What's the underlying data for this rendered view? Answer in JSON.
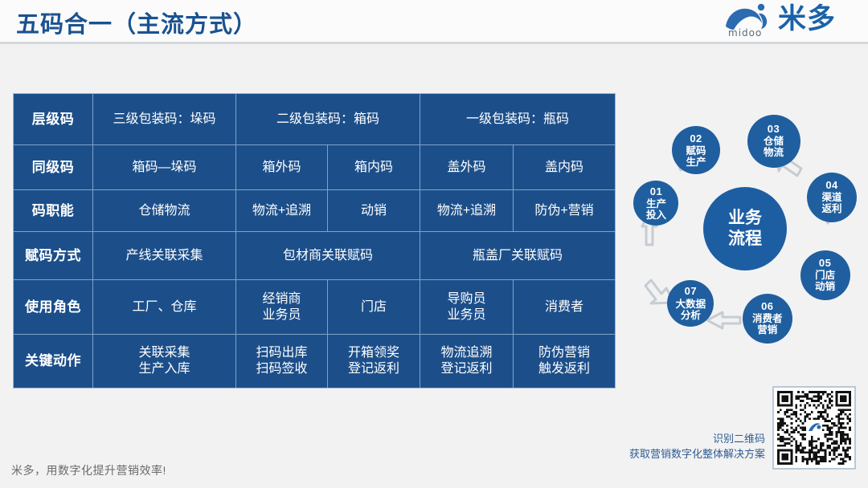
{
  "header": {
    "title": "五码合一（主流方式）",
    "logo_cn": "米多",
    "logo_sub": "midoo",
    "logo_mark_icon": "bird-swoosh-icon"
  },
  "table": {
    "rows": [
      {
        "label": "层级码",
        "cells": [
          {
            "text": "三级包装码：垛码",
            "span": 1
          },
          {
            "text": "二级包装码：箱码",
            "span": 2
          },
          {
            "text": "一级包装码：瓶码",
            "span": 2
          }
        ]
      },
      {
        "label": "同级码",
        "cells": [
          {
            "text": "箱码—垛码",
            "span": 1
          },
          {
            "text": "箱外码",
            "span": 1
          },
          {
            "text": "箱内码",
            "span": 1
          },
          {
            "text": "盖外码",
            "span": 1
          },
          {
            "text": "盖内码",
            "span": 1
          }
        ]
      },
      {
        "label": "码职能",
        "cells": [
          {
            "text": "仓储物流",
            "span": 1
          },
          {
            "text": "物流+追溯",
            "span": 1
          },
          {
            "text": "动销",
            "span": 1
          },
          {
            "text": "物流+追溯",
            "span": 1
          },
          {
            "text": "防伪+营销",
            "span": 1
          }
        ]
      },
      {
        "label": "赋码方式",
        "cells": [
          {
            "text": "产线关联采集",
            "span": 1
          },
          {
            "text": "包材商关联赋码",
            "span": 2
          },
          {
            "text": "瓶盖厂关联赋码",
            "span": 2
          }
        ]
      },
      {
        "label": "使用角色",
        "cells": [
          {
            "text": "工厂、仓库",
            "span": 1
          },
          {
            "text": "经销商\n业务员",
            "span": 1
          },
          {
            "text": "门店",
            "span": 1
          },
          {
            "text": "导购员\n业务员",
            "span": 1
          },
          {
            "text": "消费者",
            "span": 1
          }
        ]
      },
      {
        "label": "关键动作",
        "cells": [
          {
            "text": "关联采集\n生产入库",
            "span": 1
          },
          {
            "text": "扫码出库\n扫码签收",
            "span": 1
          },
          {
            "text": "开箱领奖\n登记返利",
            "span": 1
          },
          {
            "text": "物流追溯\n登记返利",
            "span": 1
          },
          {
            "text": "防伪营销\n触发返利",
            "span": 1
          }
        ]
      }
    ]
  },
  "cycle": {
    "center_label": "业务\n流程",
    "nodes": [
      {
        "num": "01",
        "label": "生产\n投入"
      },
      {
        "num": "02",
        "label": "赋码\n生产"
      },
      {
        "num": "03",
        "label": "仓储\n物流"
      },
      {
        "num": "04",
        "label": "渠道\n返利"
      },
      {
        "num": "05",
        "label": "门店\n动销"
      },
      {
        "num": "06",
        "label": "消费者\n营销"
      },
      {
        "num": "07",
        "label": "大数据\n分析"
      }
    ]
  },
  "qr": {
    "line1": "识别二维码",
    "line2": "获取营销数字化整体解决方案",
    "icon": "qr-code-icon"
  },
  "footer": {
    "text": "米多，用数字化提升营销效率!"
  },
  "colors": {
    "title_blue": "#1a5290",
    "table_blue": "#1c4f8a",
    "node_blue": "#1f5fa0",
    "background": "#f2f2f2"
  }
}
